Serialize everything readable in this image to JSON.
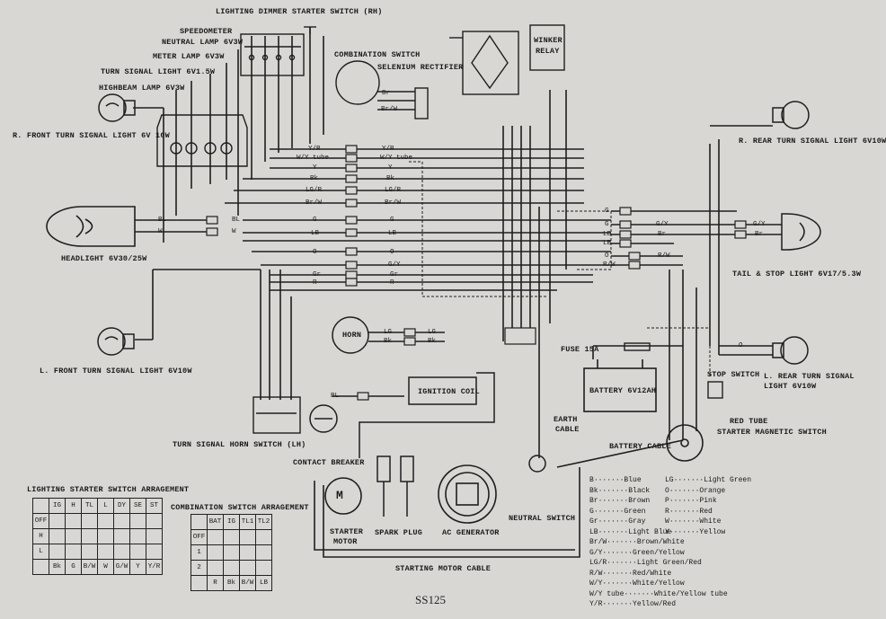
{
  "labels": {
    "lighting_dimmer": "LIGHTING DIMMER STARTER SWITCH (RH)",
    "speedometer": "SPEEDOMETER",
    "neutral_lamp": "NEUTRAL LAMP 6V3W",
    "meter_lamp": "METER LAMP 6V3W",
    "turn_signal_light": "TURN SIGNAL LIGHT 6V1.5W",
    "highbeam_lamp": "HIGHBEAM LAMP 6V3W",
    "r_front_turn": "R. FRONT TURN SIGNAL LIGHT 6V 10W",
    "combination_switch": "COMBINATION SWITCH",
    "selenium_rectifier": "SELENIUM RECTIFIER",
    "winker_relay": "WINKER",
    "winker_relay2": "RELAY",
    "r_rear_turn": "R. REAR TURN SIGNAL LIGHT 6V10W",
    "headlight": "HEADLIGHT 6V30/25W",
    "tail_stop": "TAIL & STOP LIGHT 6V17/5.3W",
    "l_front_turn": "L. FRONT TURN SIGNAL LIGHT 6V10W",
    "horn": "HORN",
    "ignition_coil": "IGNITION COIL",
    "fuse": "FUSE 15A",
    "battery": "BATTERY 6V12AH",
    "earth_cable": "EARTH",
    "earth_cable2": "CABLE",
    "stop_switch": "STOP SWITCH",
    "l_rear_turn": "L. REAR TURN SIGNAL",
    "l_rear_turn2": "LIGHT 6V10W",
    "red_tube": "RED TUBE",
    "starter_magnetic": "STARTER MAGNETIC SWITCH",
    "battery_cable": "BATTERY CABLE",
    "turn_signal_horn": "TURN SIGNAL HORN SWITCH (LH)",
    "contact_breaker": "CONTACT BREAKER",
    "starter_motor": "STARTER",
    "starter_motor2": "MOTOR",
    "spark_plug": "SPARK PLUG",
    "ac_generator": "AC GENERATOR",
    "neutral_switch": "NEUTRAL SWITCH",
    "starting_motor_cable": "STARTING MOTOR CABLE",
    "lighting_arrangement": "LIGHTING STARTER SWITCH ARRAGEMENT",
    "combination_arrangement": "COMBINATION SWITCH ARRAGEMENT",
    "model": "SS125"
  },
  "wire_labels": {
    "yr": "Y/R",
    "wytube": "W/Y tube",
    "y": "Y",
    "bk": "Bk",
    "lgr": "LG/R",
    "brw": "Br/W",
    "g": "G",
    "lb": "LB",
    "o": "O",
    "gy": "G/Y",
    "gr": "Gr",
    "r": "R",
    "bl": "BL",
    "w": "W",
    "br": "Br",
    "rw": "R/W",
    "lg": "LG",
    "yr2": "Y/R"
  },
  "legend": [
    {
      "code": "B",
      "color": "Blue"
    },
    {
      "code": "Bk",
      "color": "Black"
    },
    {
      "code": "Br",
      "color": "Brown"
    },
    {
      "code": "G",
      "color": "Green"
    },
    {
      "code": "Gr",
      "color": "Gray"
    },
    {
      "code": "LB",
      "color": "Light Blue"
    },
    {
      "code": "Br/W",
      "color": "Brown/White"
    },
    {
      "code": "G/Y",
      "color": "Green/Yellow"
    },
    {
      "code": "LG/R",
      "color": "Light Green/Red"
    },
    {
      "code": "R/W",
      "color": "Red/White"
    },
    {
      "code": "W/Y",
      "color": "White/Yellow"
    },
    {
      "code": "W/Y tube",
      "color": "White/Yellow tube"
    },
    {
      "code": "Y/R",
      "color": "Yellow/Red"
    }
  ],
  "legend_right": [
    {
      "code": "LG",
      "color": "Light Green"
    },
    {
      "code": "O",
      "color": "Orange"
    },
    {
      "code": "P",
      "color": "Pink"
    },
    {
      "code": "R",
      "color": "Red"
    },
    {
      "code": "W",
      "color": "White"
    },
    {
      "code": "Y",
      "color": "Yellow"
    }
  ],
  "lighting_table": {
    "header": [
      "",
      "IG",
      "H",
      "TL",
      "L",
      "DY",
      "SE",
      "ST"
    ],
    "rows": [
      "OFF",
      "H",
      "L"
    ],
    "footer": [
      "",
      "Bk",
      "G",
      "B/W",
      "W",
      "G/W",
      "Y",
      "Y/R"
    ]
  },
  "combination_table": {
    "header": [
      "",
      "BAT",
      "IG",
      "TL1",
      "TL2"
    ],
    "rows": [
      "OFF",
      "1",
      "2"
    ],
    "footer": [
      "",
      "R",
      "Bk",
      "B/W",
      "LB"
    ]
  }
}
